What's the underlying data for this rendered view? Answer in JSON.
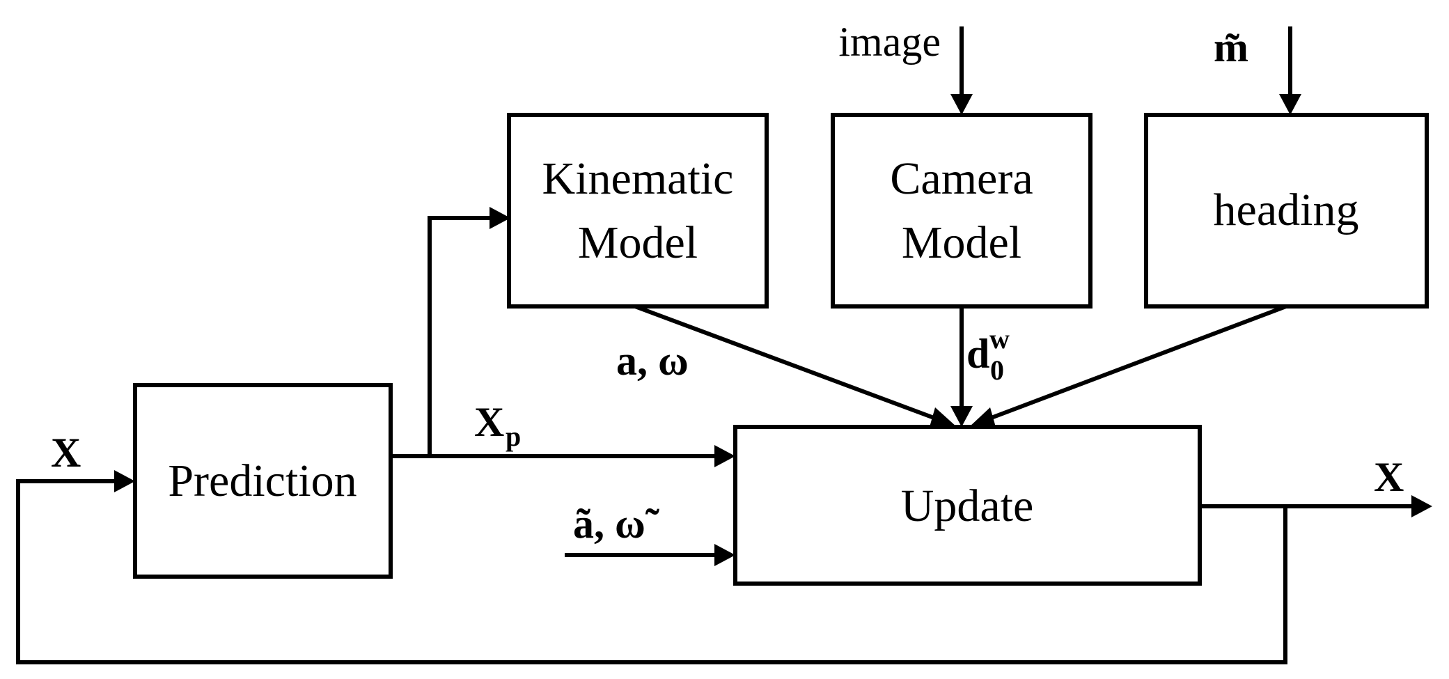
{
  "blocks": {
    "kinematic": {
      "line1": "Kinematic",
      "line2": "Model"
    },
    "camera": {
      "line1": "Camera",
      "line2": "Model"
    },
    "heading": {
      "label": "heading"
    },
    "prediction": {
      "label": "Prediction"
    },
    "update": {
      "label": "Update"
    }
  },
  "signals": {
    "image": "image",
    "m_tilde": "m̃",
    "x_in": "X",
    "x_p_base": "X",
    "x_p_sub": "p",
    "a_omega": "a, ω",
    "d_base": "d",
    "d_sub": "0",
    "d_sup": "w",
    "a_omega_tilde": "ã, ω̃",
    "x_out": "X"
  }
}
